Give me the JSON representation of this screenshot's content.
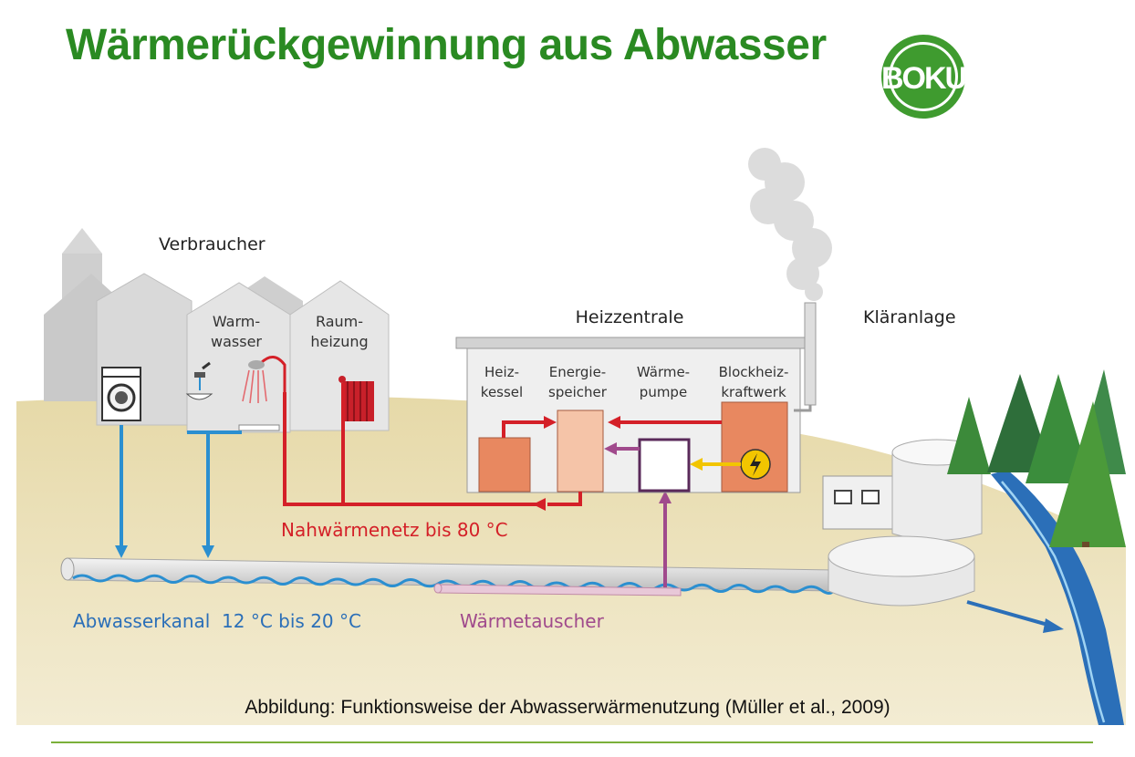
{
  "title": "Wärmerückgewinnung aus Abwasser",
  "logo": {
    "text": "BOKU",
    "color": "#3f9b2f"
  },
  "labels": {
    "consumers": "Verbraucher",
    "warm_water_1": "Warm-",
    "warm_water_2": "wasser",
    "room_heating_1": "Raum-",
    "room_heating_2": "heizung",
    "heating_center": "Heizzentrale",
    "boiler_1": "Heiz-",
    "boiler_2": "kessel",
    "storage_1": "Energie-",
    "storage_2": "speicher",
    "heat_pump_1": "Wärme-",
    "heat_pump_2": "pumpe",
    "chp_1": "Blockheiz-",
    "chp_2": "kraftwerk",
    "treatment_plant": "Kläranlage",
    "district_heating": "Nahwärmenetz bis 80 °C",
    "sewer": "Abwasserkanal  12 °C bis 20 °C",
    "heat_exchanger": "Wärmetauscher"
  },
  "caption": "Abbildung: Funktionsweise der Abwasserwärmenutzung (Müller et al., 2009)",
  "colors": {
    "title": "#2a8a22",
    "ground": "#e9ddb0",
    "heat_line": "#d42028",
    "sewer_line": "#2b8fd0",
    "exchanger_line": "#a04a8c",
    "power_line": "#f2c500",
    "footer_rule": "#7bb03a"
  }
}
